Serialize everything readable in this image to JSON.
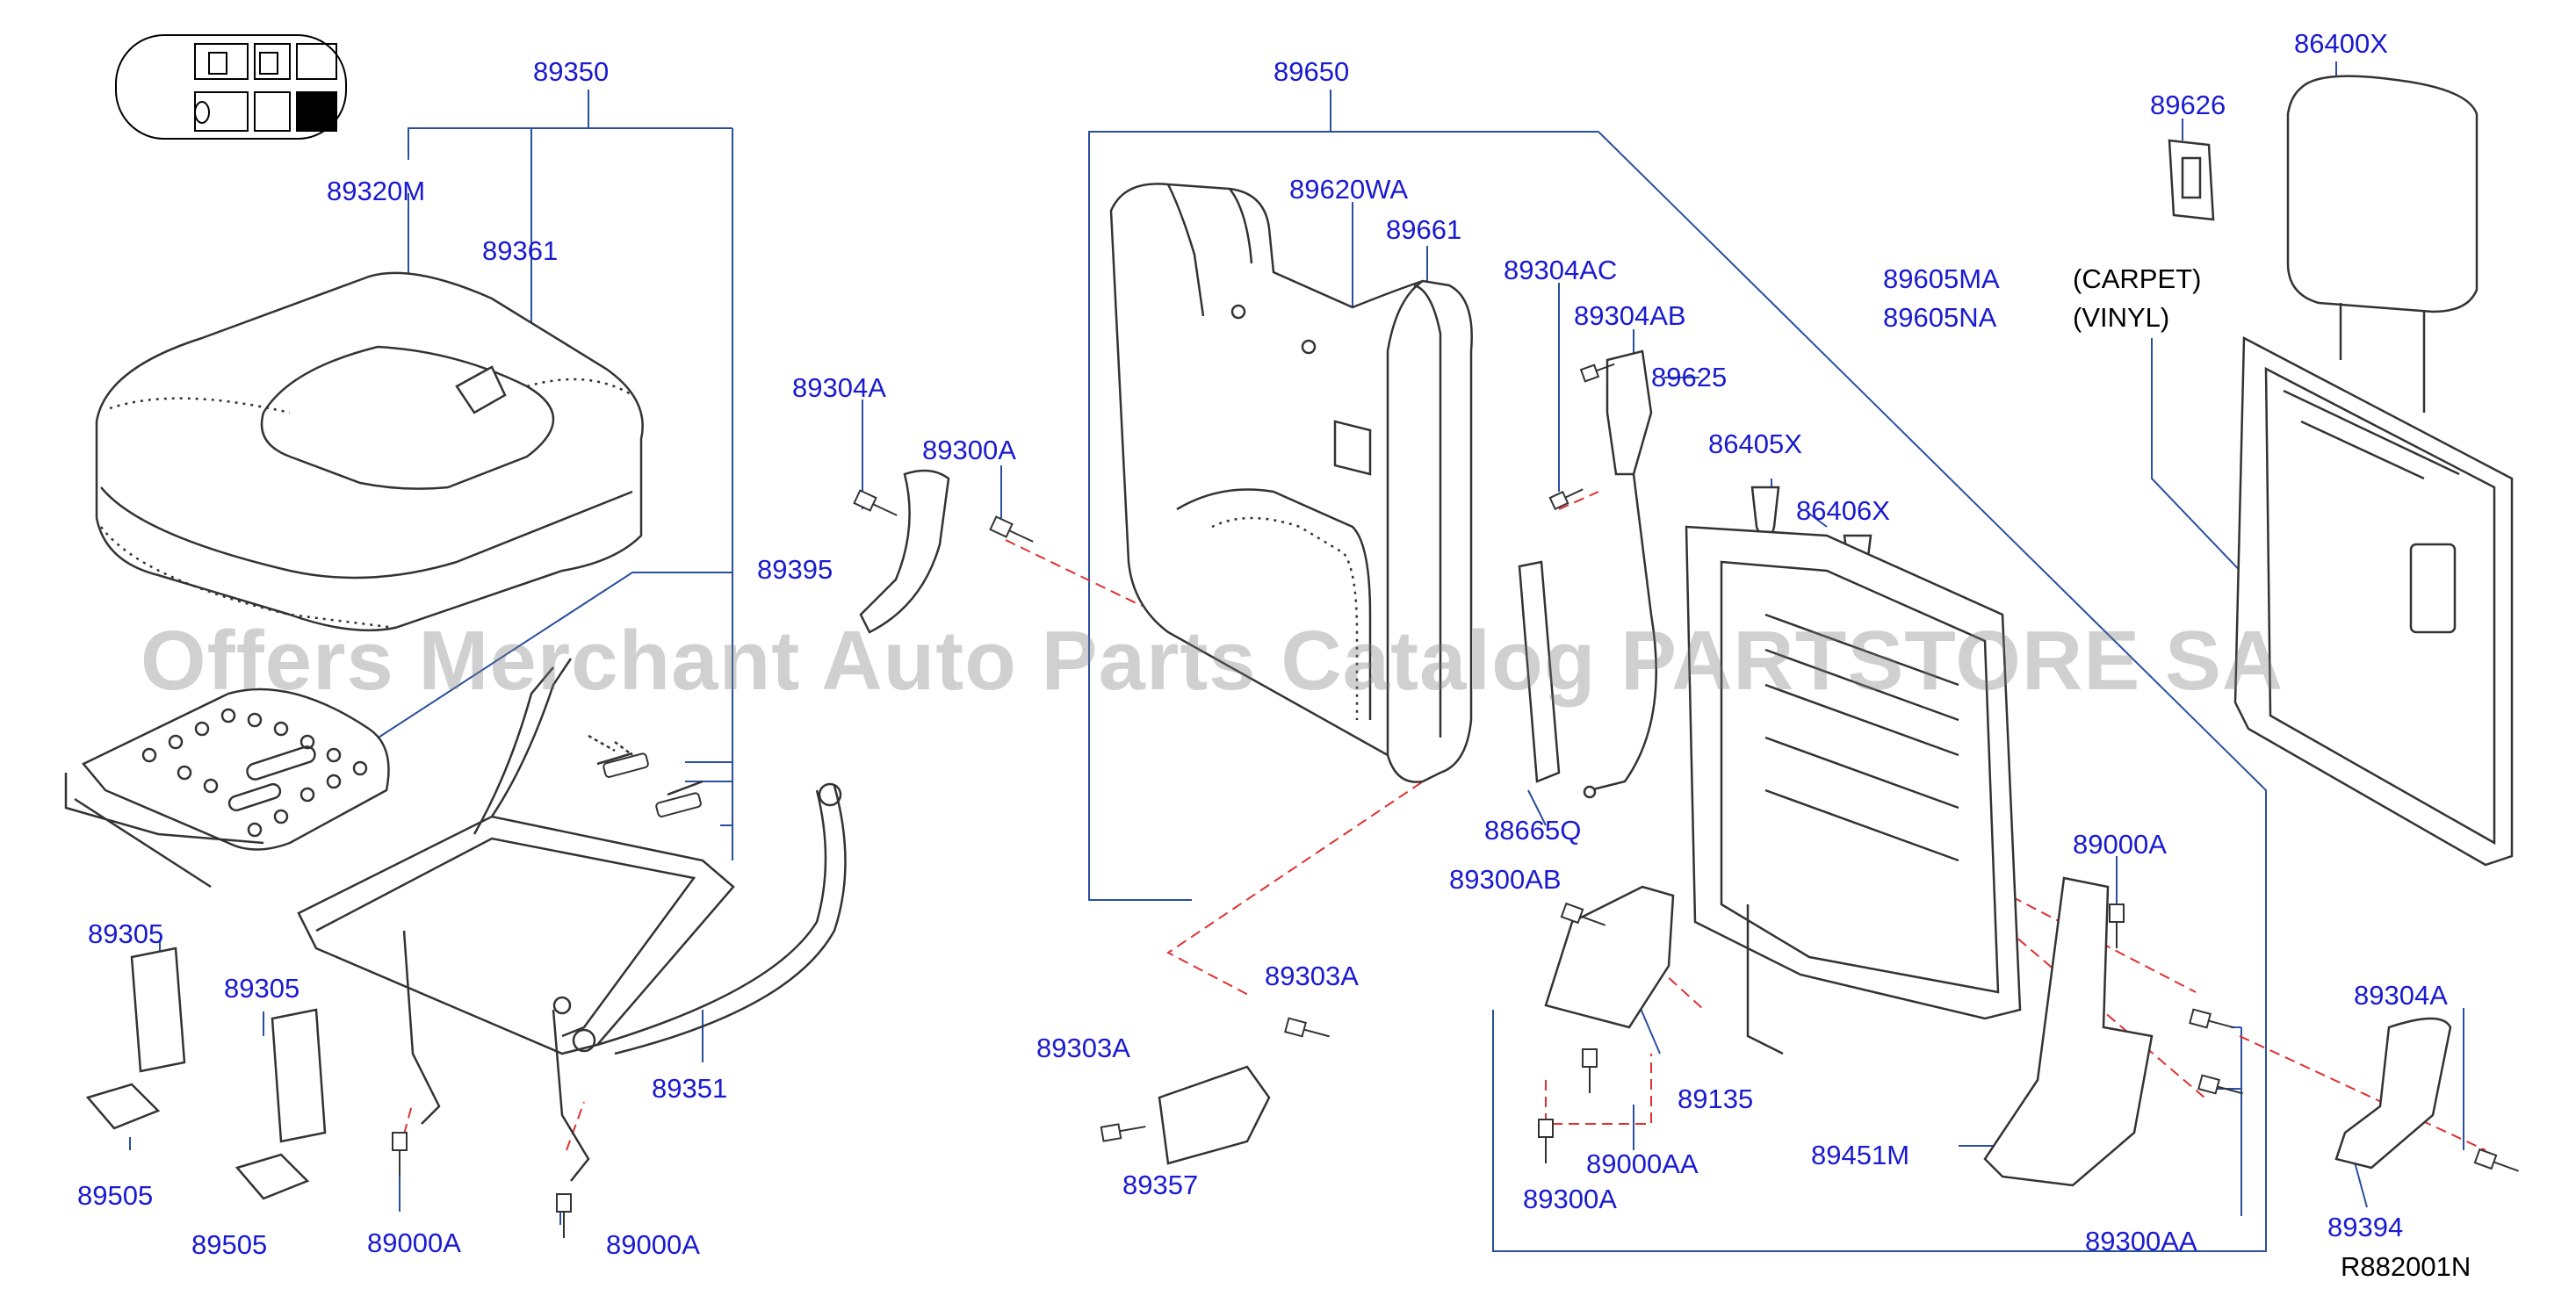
{
  "watermark": "Offers Merchant Auto Parts Catalog PARTSTORE SA",
  "diagram_code": "R882001N",
  "notes": {
    "carpet": "(CARPET)",
    "vinyl": "(VINYL)"
  },
  "labels": {
    "l89350": "89350",
    "l89320M": "89320M",
    "l89361": "89361",
    "l89304A_1": "89304A",
    "l89300A_1": "89300A",
    "l89395": "89395",
    "l89351": "89351",
    "l89305_1": "89305",
    "l89305_2": "89305",
    "l89505_1": "89505",
    "l89505_2": "89505",
    "l89000A_1": "89000A",
    "l89000A_2": "89000A",
    "l89650": "89650",
    "l89620WA": "89620WA",
    "l89661": "89661",
    "l89304AC": "89304AC",
    "l89304AB": "89304AB",
    "l89625": "89625",
    "l86405X": "86405X",
    "l86406X": "86406X",
    "l88665Q": "88665Q",
    "l89300AB": "89300AB",
    "l89303A_1": "89303A",
    "l89303A_2": "89303A",
    "l89357": "89357",
    "l89135": "89135",
    "l89000AA": "89000AA",
    "l89300A_2": "89300A",
    "l89000A_3": "89000A",
    "l89451M": "89451M",
    "l89300AA": "89300AA",
    "l89304A_2": "89304A",
    "l89394": "89394",
    "l89626": "89626",
    "l86400X": "86400X",
    "l89605MA": "89605MA",
    "l89605NA": "89605NA"
  }
}
